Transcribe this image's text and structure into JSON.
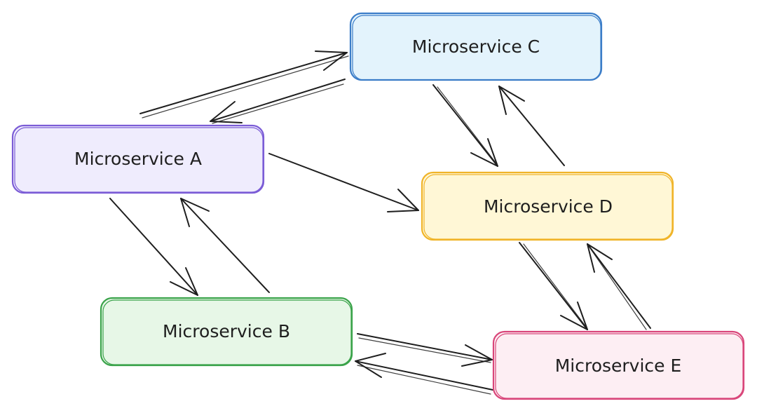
{
  "nodes": [
    {
      "id": "A",
      "label": "Microservice A",
      "stroke": "#7b5cd6",
      "fill": "#efecfd"
    },
    {
      "id": "B",
      "label": "Microservice B",
      "stroke": "#3aa34a",
      "fill": "#e7f7e7"
    },
    {
      "id": "C",
      "label": "Microservice C",
      "stroke": "#3b7dc8",
      "fill": "#e3f3fc"
    },
    {
      "id": "D",
      "label": "Microservice D",
      "stroke": "#f0b429",
      "fill": "#fff7d6"
    },
    {
      "id": "E",
      "label": "Microservice E",
      "stroke": "#d9467a",
      "fill": "#fdeef3"
    }
  ],
  "edges": [
    {
      "from": "A",
      "to": "C"
    },
    {
      "from": "C",
      "to": "A"
    },
    {
      "from": "A",
      "to": "D"
    },
    {
      "from": "A",
      "to": "B"
    },
    {
      "from": "B",
      "to": "A"
    },
    {
      "from": "C",
      "to": "D"
    },
    {
      "from": "D",
      "to": "C"
    },
    {
      "from": "D",
      "to": "E"
    },
    {
      "from": "E",
      "to": "D"
    },
    {
      "from": "B",
      "to": "E"
    },
    {
      "from": "E",
      "to": "B"
    }
  ]
}
